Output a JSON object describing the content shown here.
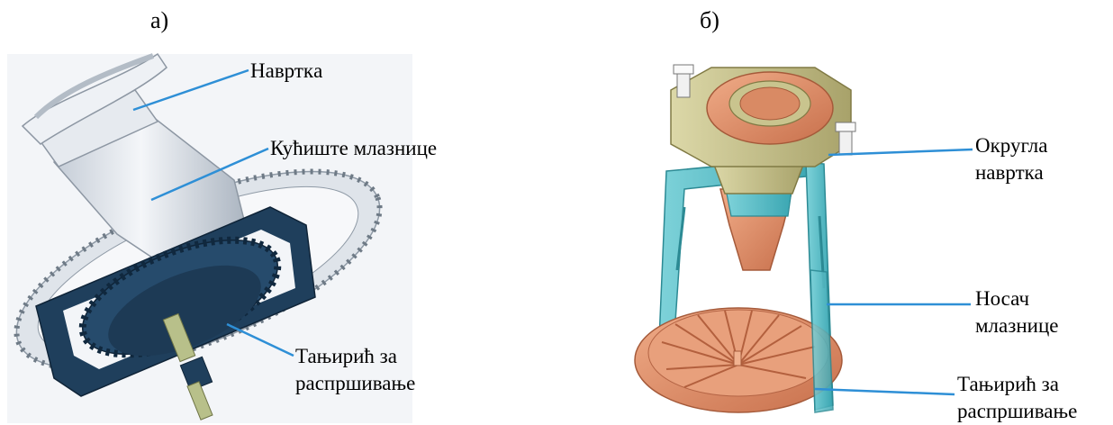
{
  "panel_a": {
    "label": "а)",
    "callouts": {
      "nut": "Наврткa",
      "housing": "Кућиште млазнице",
      "plate_line1": "Тањирић за",
      "plate_line2": "распршивање"
    }
  },
  "panel_b": {
    "label": "б)",
    "callouts": {
      "round_nut_line1": "Округла",
      "round_nut_line2": "навртка",
      "holder_line1": "Носач",
      "holder_line2": "млазнице",
      "plate_line1": "Тањирић за",
      "plate_line2": "распршивање"
    }
  },
  "colors": {
    "leader": "#2e8fd6",
    "housing_white": "#e9edf2",
    "housing_shade": "#b9c2cc",
    "frame_navy": "#1f3f5c",
    "copper": "#e2906c",
    "copper_dark": "#c06a48",
    "teal": "#5fc3cc",
    "khaki": "#c9c48e"
  }
}
